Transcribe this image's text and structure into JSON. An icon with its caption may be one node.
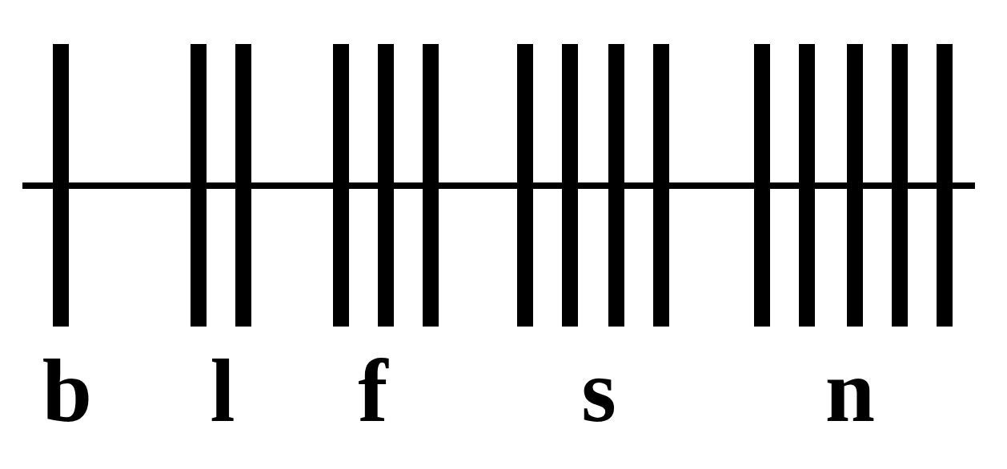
{
  "diagram": {
    "labels": [
      "b",
      "l",
      "f",
      "s",
      "n"
    ]
  }
}
